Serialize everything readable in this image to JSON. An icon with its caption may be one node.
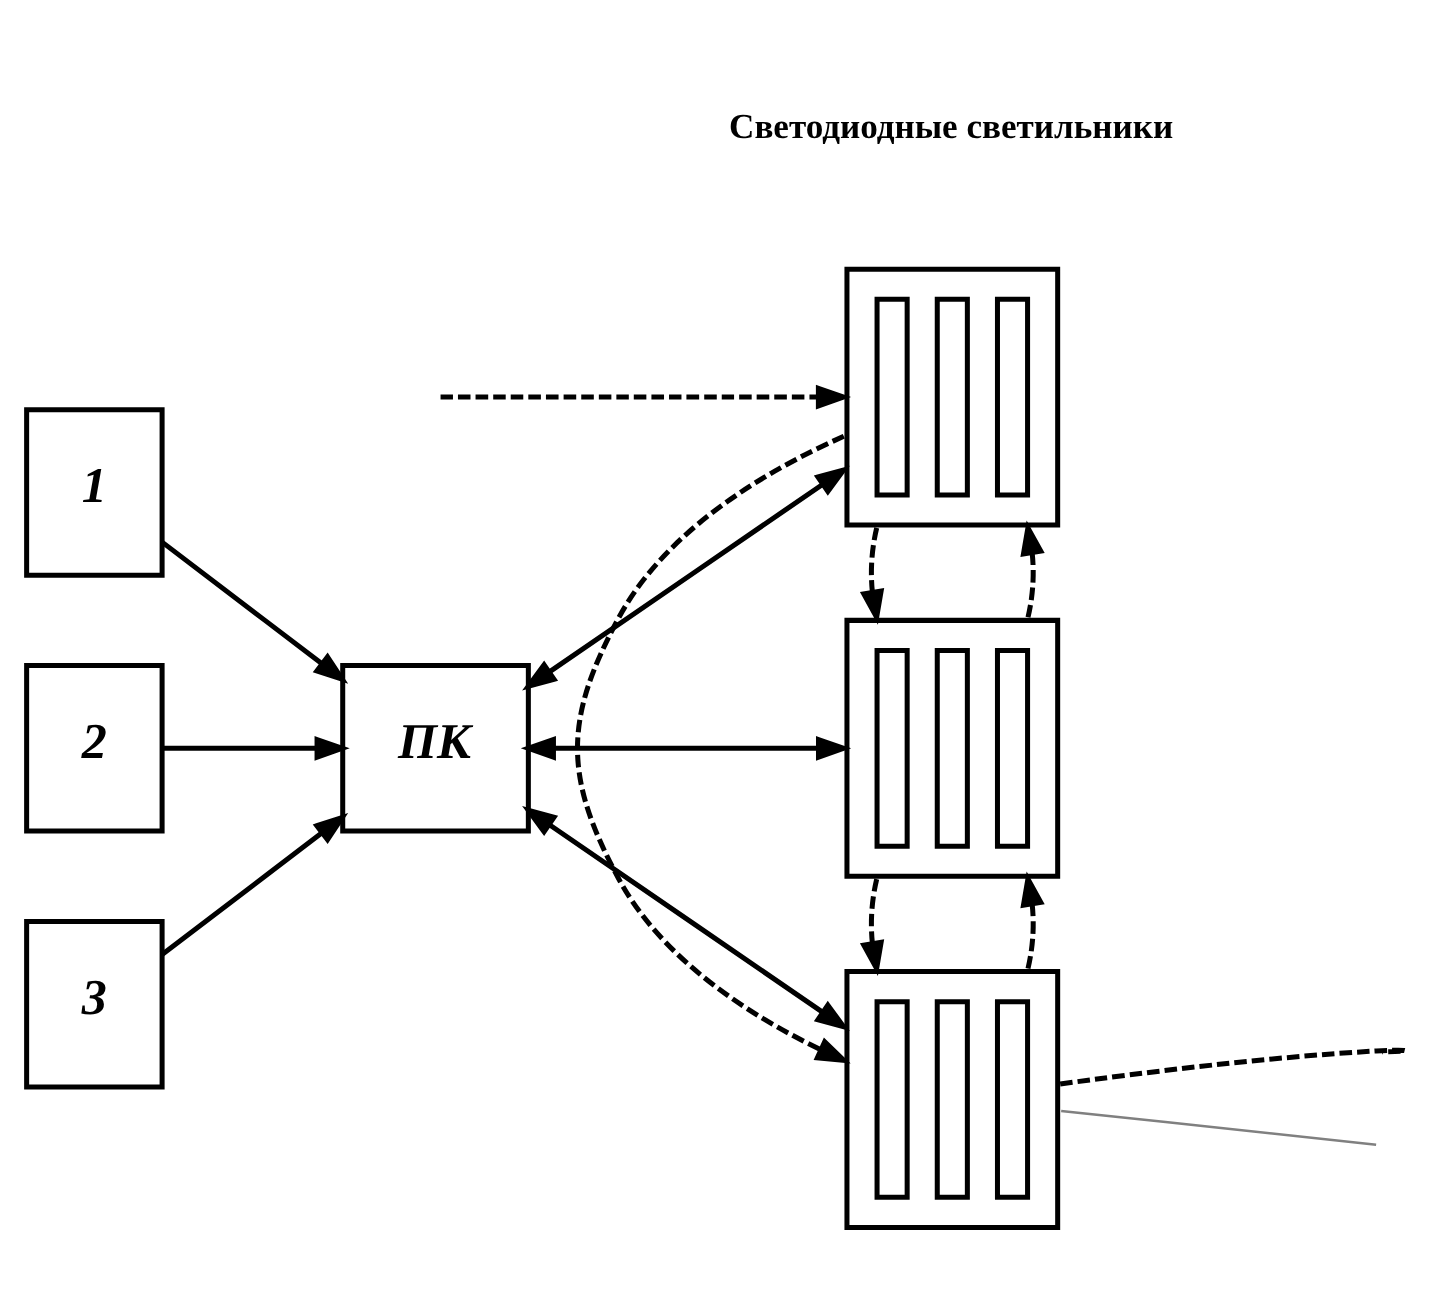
{
  "diagram": {
    "nodes": [
      {
        "text": [],
        "shape": "picture",
        "beside": [
          "Светодиодные светильники"
        ]
      },
      {
        "text": [
          "ПК"
        ]
      },
      {
        "text": [],
        "shape": "picture"
      },
      {
        "text": [],
        "shape": "picture"
      },
      {
        "text": [
          "1"
        ]
      },
      {
        "text": [
          "2"
        ]
      },
      {
        "text": [
          "3"
        ]
      }
    ],
    "edges": [
      {
        "from": 4,
        "to": 1,
        "arrow": "to"
      },
      {
        "from": 5,
        "to": 1,
        "arrow": "to"
      },
      {
        "from": 6,
        "to": 1,
        "arrow": "to"
      },
      {
        "from": 1,
        "to": 0,
        "arrow": "both"
      },
      {
        "from": 1,
        "to": 2,
        "arrow": "both"
      },
      {
        "from": 1,
        "to": 3,
        "arrow": "both"
      },
      {
        "from": 2,
        "to": 0,
        "arrow": "to",
        "style": "dashed"
      },
      {
        "from": 0,
        "to": 2,
        "arrow": "to",
        "style": "dashed"
      },
      {
        "from": 3,
        "to": 2,
        "arrow": "to",
        "style": "dashed"
      },
      {
        "from": 2,
        "to": 3,
        "arrow": "to",
        "style": "dashed"
      },
      {
        "from": null,
        "to": 0,
        "arrow": "to",
        "style": "dashed"
      },
      {
        "from": 0,
        "to": 3,
        "arrow": "to",
        "style": "dashed"
      },
      {
        "from": 3,
        "to": null,
        "arrow": "none",
        "style": "dashed"
      },
      {
        "from": 3,
        "to": null,
        "arrow": "none",
        "color": "#808080"
      }
    ]
  }
}
